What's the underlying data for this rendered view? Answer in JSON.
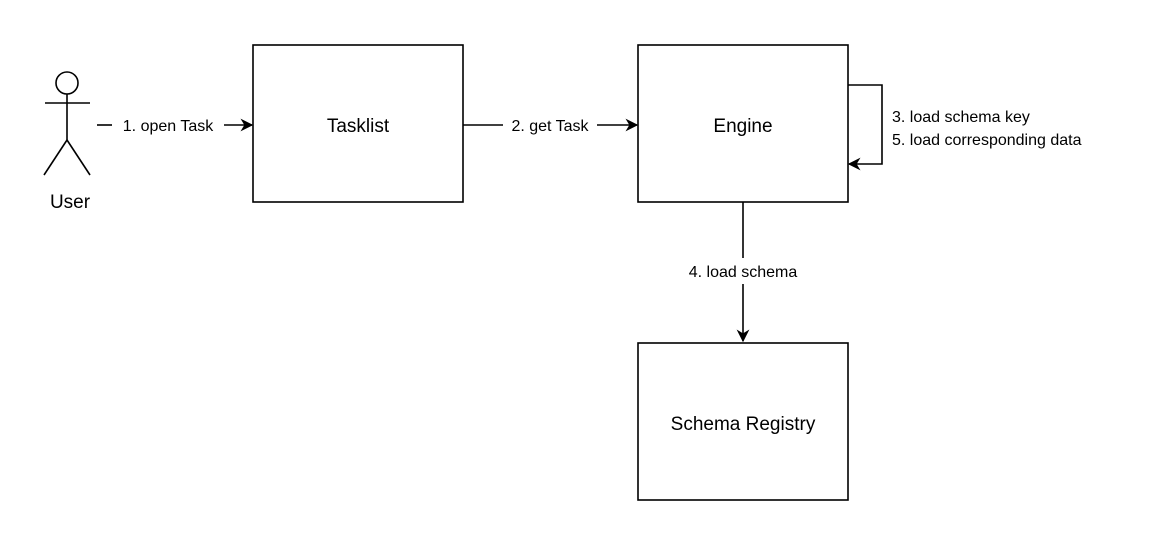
{
  "actor": {
    "label": "User"
  },
  "nodes": {
    "tasklist": {
      "label": "Tasklist"
    },
    "engine": {
      "label": "Engine"
    },
    "schema_registry": {
      "label": "Schema Registry"
    }
  },
  "edges": {
    "open_task": {
      "label": "1. open Task"
    },
    "get_task": {
      "label": "2. get Task"
    },
    "self_loop": {
      "line1": "3. load schema key",
      "line2": "5. load corresponding data"
    },
    "load_schema": {
      "label": "4. load schema"
    }
  }
}
